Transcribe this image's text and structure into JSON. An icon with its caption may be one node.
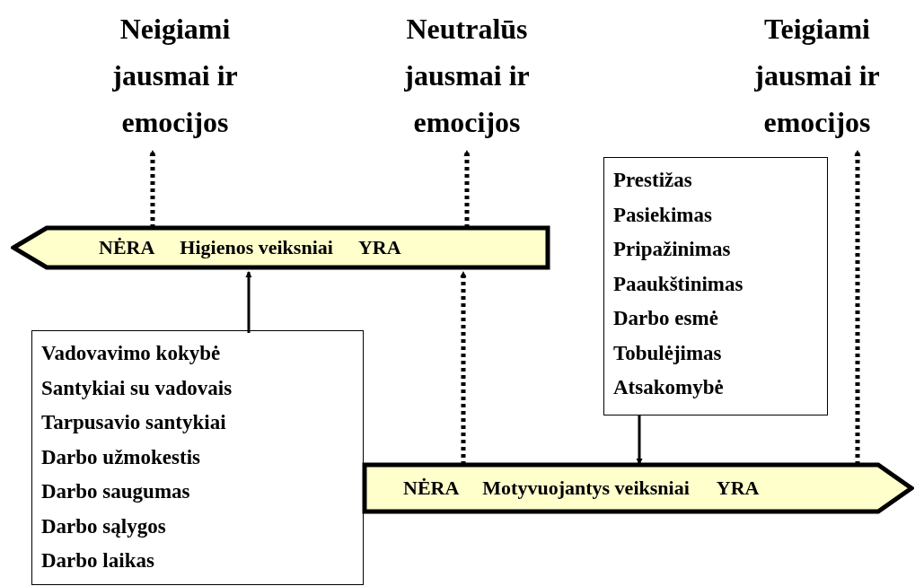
{
  "diagram": {
    "nodes": [
      {
        "text": [
          "Neigiami jausmai ir emocijos"
        ]
      },
      {
        "text": [
          "Neutralūs jausmai ir emocijos"
        ]
      },
      {
        "text": [
          "Teigiami jausmai ir emocijos"
        ]
      },
      {
        "text": [
          "NĖRA",
          "Higienos veiksniai",
          "YRA"
        ]
      },
      {
        "text": [
          "Prestižas",
          "Pasiekimas",
          "Pripažinimas",
          "Paaukštinimas",
          "Darbo esmė",
          "Tobulėjimas",
          "Atsakomybė"
        ]
      },
      {
        "text": [
          "Vadovavimo kokybė",
          "Santykiai su vadovais",
          "Tarpusavio santykiai",
          "Darbo užmokestis",
          "Darbo saugumas",
          "Darbo sąlygos",
          "Darbo laikas"
        ]
      },
      {
        "text": [
          "NĖRA",
          "Motyvuojantys veiksniai",
          "YRA"
        ]
      }
    ],
    "edges": [
      {
        "from": 3,
        "to": 0,
        "arrow": "to",
        "style": "dashed"
      },
      {
        "from": 3,
        "to": 1,
        "arrow": "to",
        "style": "dashed"
      },
      {
        "from": 5,
        "to": 3,
        "arrow": "to"
      },
      {
        "from": 6,
        "to": 3,
        "arrow": "to",
        "style": "dashed"
      },
      {
        "from": 4,
        "to": 6,
        "arrow": "to"
      },
      {
        "from": 6,
        "to": 2,
        "arrow": "to",
        "style": "dashed"
      }
    ]
  }
}
